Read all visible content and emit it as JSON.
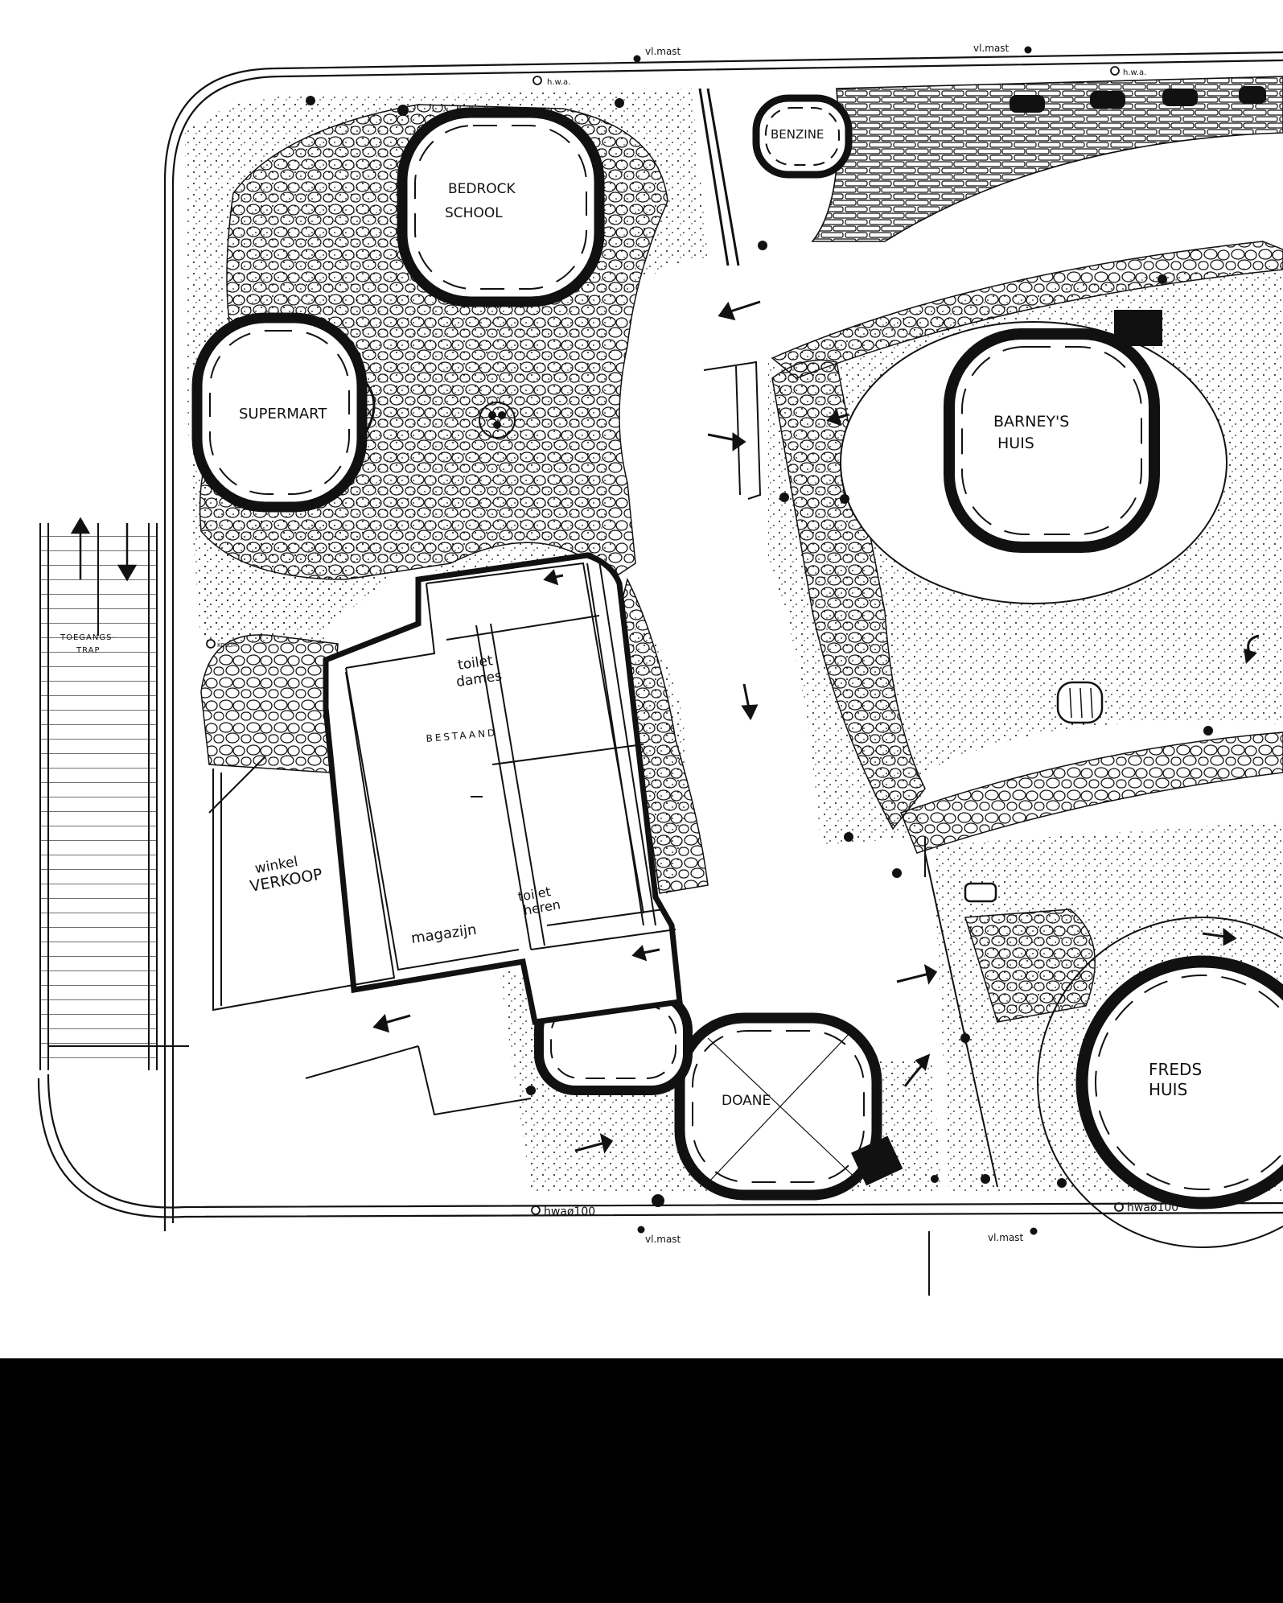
{
  "colors": {
    "ink": "#111111",
    "paper": "#ffffff",
    "band": "#000000"
  },
  "buildings": {
    "benzine": "BENZINE",
    "bedrock_line1": "BEDROCK",
    "bedrock_line2": "SCHOOL",
    "supermart": "SUPERMART",
    "barney_line1": "BARNEY'S",
    "barney_line2": "HUIS",
    "doane": "DOANE",
    "freds_line1": "FREDS",
    "freds_line2": "HUIS"
  },
  "rooms": {
    "toilet_dames_line1": "toilet",
    "toilet_dames_line2": "dames",
    "bestaand": "BESTAAND",
    "toilet_heren_line1": "toilet",
    "toilet_heren_line2": "heren",
    "magazijn": "magazijn",
    "winkel_line1": "winkel",
    "winkel_line2": "VERKOOP"
  },
  "stairs": {
    "label_line1": "TOEGANGS-",
    "label_line2": "TRAP"
  },
  "markers": {
    "kolom": "KOLOM",
    "vlmast_top_left": "vl.mast",
    "vlmast_top_right": "vl.mast",
    "hwa_top_left": "h.w.a.",
    "hwa_top_right": "h.w.a.",
    "hwa_bottom_left": "hwaø100",
    "hwa_bottom_right": "hwaø100",
    "vlmast_bottom_left": "vl.mast",
    "vlmast_bottom_right": "vl.mast"
  }
}
